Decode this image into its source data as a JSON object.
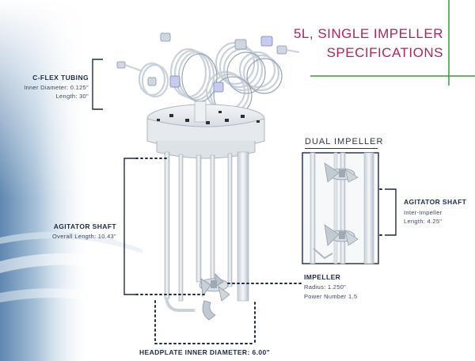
{
  "header": {
    "title_line1": "5L, SINGLE IMPELLER",
    "title_line2": "SPECIFICATIONS"
  },
  "callouts": {
    "cflex": {
      "title": "C-FLEX TUBING",
      "line1": "Inner Diameter: 0.125\"",
      "line2": "Length: 30\""
    },
    "agitator": {
      "title": "AGITATOR SHAFT",
      "line1": "Overall Length: 10.43\""
    },
    "impeller": {
      "title": "IMPELLER",
      "line1": "Radius: 1.250\"",
      "line2": "Power Number 1.5"
    },
    "headplate": {
      "title": "HEADPLATE INNER DIAMETER: 6.00\""
    }
  },
  "inset": {
    "title": "DUAL IMPELLER",
    "agitator": {
      "title": "AGITATOR SHAFT",
      "line1": "Inter-Impeller",
      "line2": "Length: 4.25\""
    }
  },
  "colors": {
    "title": "#b0245e",
    "label": "#1f2a44",
    "accent_green": "#3a9a3a",
    "bg_blue": "#7fa6c9"
  }
}
